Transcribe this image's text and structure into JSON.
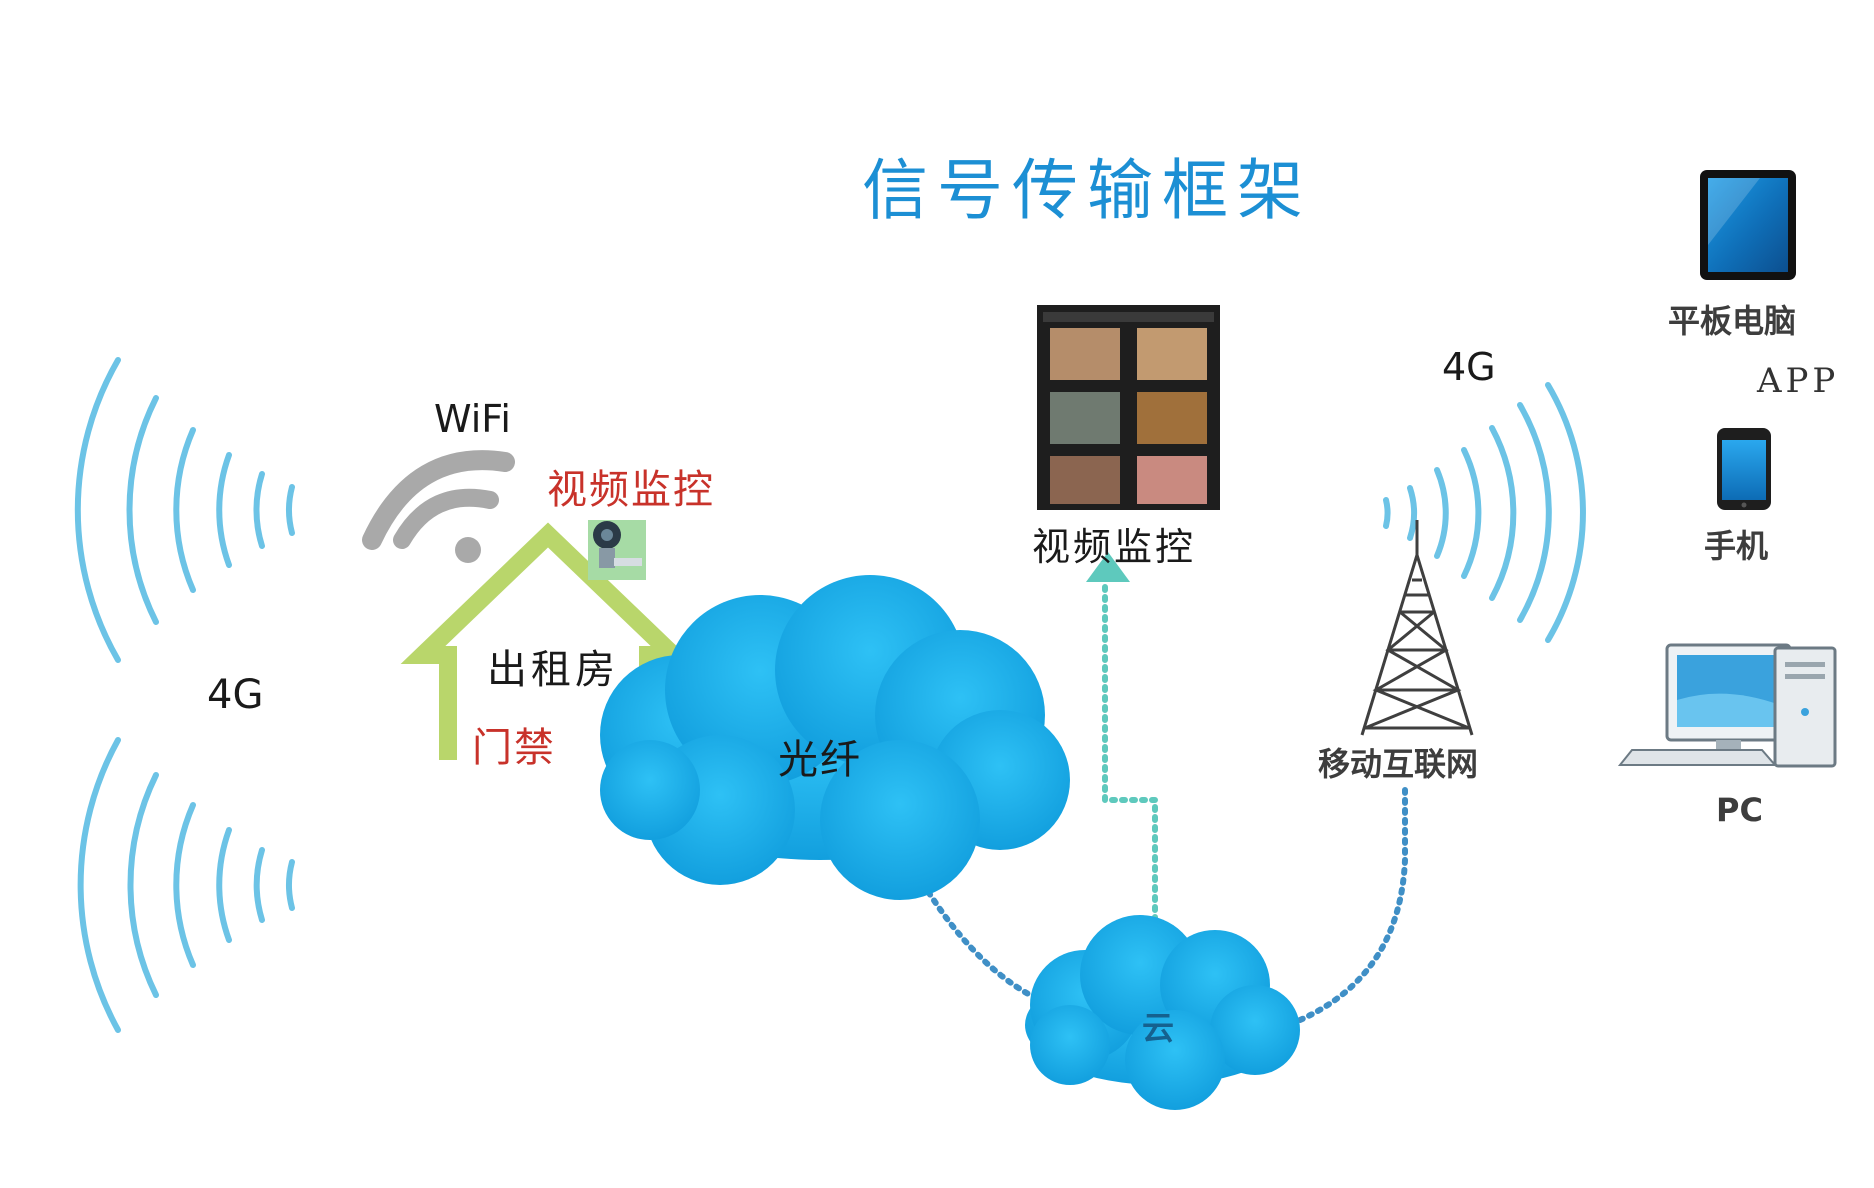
{
  "title": "信号传输框架",
  "labels": {
    "wifi": "WiFi",
    "cam_left": "视频监控",
    "house": "出租房",
    "access": "门禁",
    "fiber": "光纤",
    "g4_left": "4G",
    "video_center": "视频监控",
    "g4_right": "4G",
    "mobile_net": "移动互联网",
    "cloud": "云",
    "tablet": "平板电脑",
    "app": "APP",
    "phone": "手机",
    "pc": "PC"
  },
  "colors": {
    "title": "#1c8fd4",
    "signal": "#6cc3e6",
    "cloud": "#22b3ee",
    "house": "#b9d66b",
    "wifi": "#a9a9a9",
    "red_text": "#c8322a",
    "dotted_link": "#3f8fc6",
    "dotted_up": "#5ec9bd"
  },
  "icons": [
    "wifi-icon",
    "house-icon",
    "camera-icon",
    "cloud-icon",
    "monitor-screen-icon",
    "tower-icon",
    "tablet-icon",
    "phone-icon",
    "pc-icon",
    "signal-wave-icon"
  ]
}
